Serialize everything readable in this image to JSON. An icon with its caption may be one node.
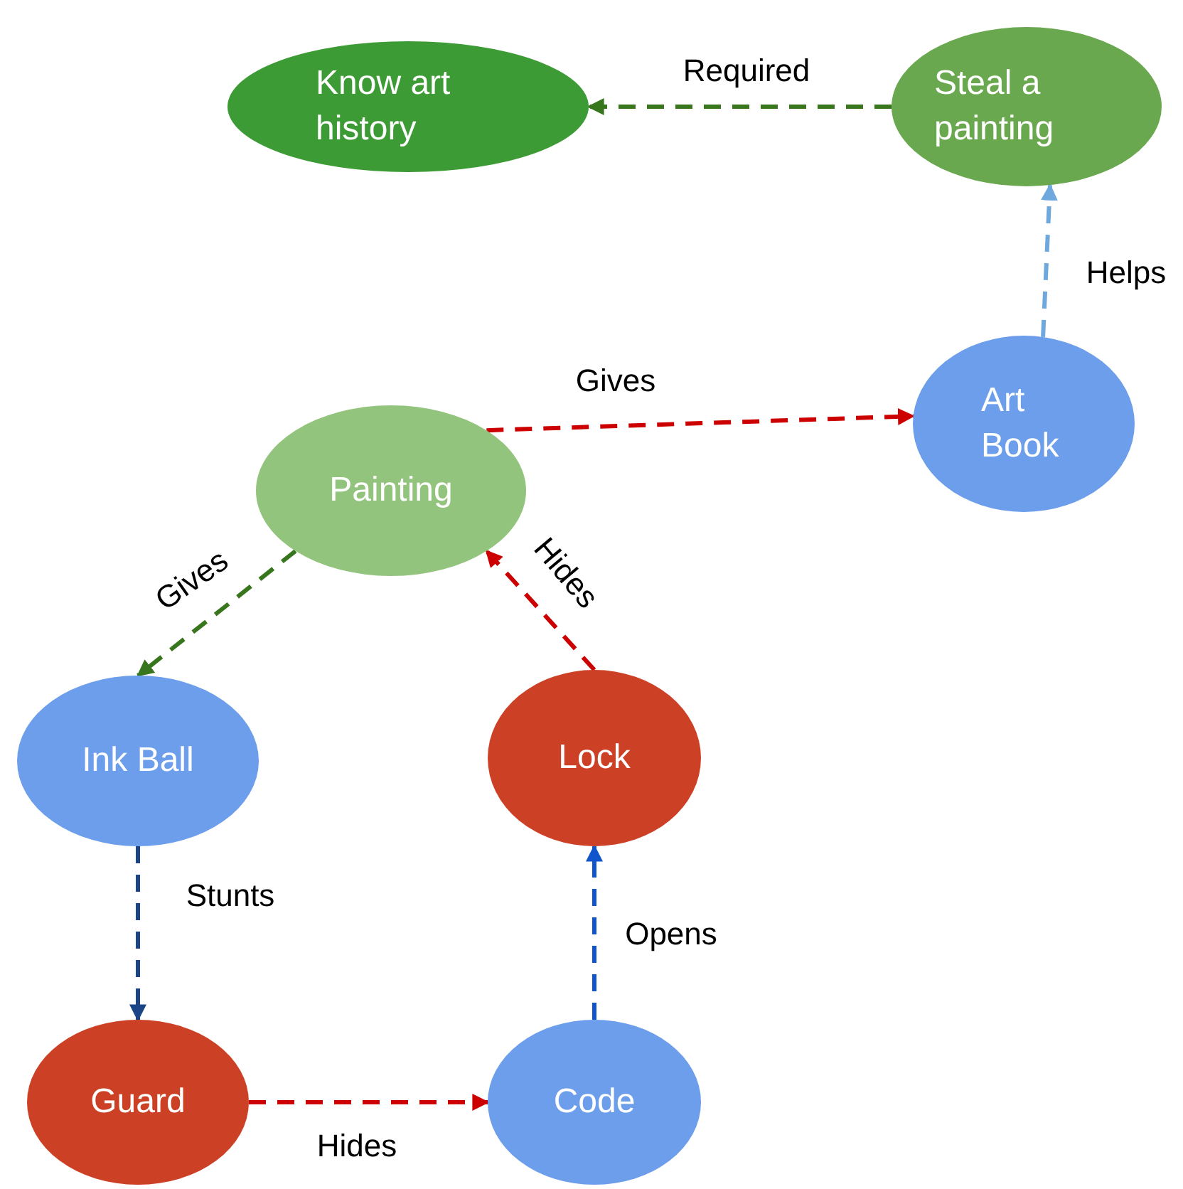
{
  "diagram": {
    "nodes": [
      {
        "text": [
          "Know art history"
        ]
      },
      {
        "text": [
          "Steal a painting"
        ]
      },
      {
        "text": [
          "Art Book"
        ]
      },
      {
        "text": [
          "Painting"
        ]
      },
      {
        "text": [
          "Ink Ball"
        ]
      },
      {
        "text": [
          "Lock"
        ]
      },
      {
        "text": [
          "Guard"
        ]
      },
      {
        "text": [
          "Code"
        ]
      }
    ],
    "edges": [
      {
        "from": 1,
        "to": 0,
        "arrow": "to",
        "label": "Required",
        "style": "dashed",
        "color": "#38761d"
      },
      {
        "from": 2,
        "to": 1,
        "arrow": "to",
        "label": "Helps",
        "style": "dashed",
        "color": "#6fa8dc"
      },
      {
        "from": 3,
        "to": 2,
        "arrow": "to",
        "label": "Gives",
        "style": "dashed",
        "color": "#cc0000"
      },
      {
        "from": 3,
        "to": 4,
        "arrow": "to",
        "label": "Gives",
        "style": "dashed",
        "color": "#38761d"
      },
      {
        "from": 5,
        "to": 3,
        "arrow": "to",
        "label": "Hides",
        "style": "dashed",
        "color": "#cc0000"
      },
      {
        "from": 4,
        "to": 6,
        "arrow": "to",
        "label": "Stunts",
        "style": "dashed",
        "color": "#1c4587"
      },
      {
        "from": 6,
        "to": 7,
        "arrow": "to",
        "label": "Hides",
        "style": "dashed",
        "color": "#cc0000"
      },
      {
        "from": 7,
        "to": 5,
        "arrow": "to",
        "label": "Opens",
        "style": "dashed",
        "color": "#1155cc"
      }
    ]
  }
}
